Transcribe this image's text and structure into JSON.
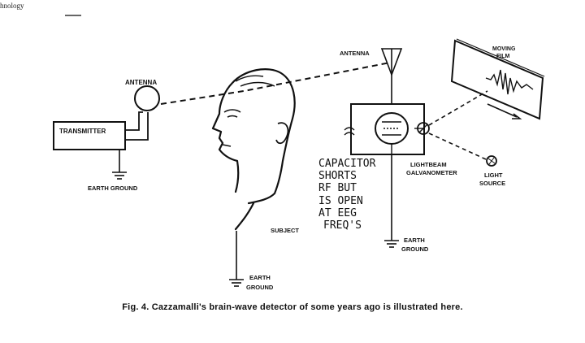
{
  "header": {
    "fragment": "hnology"
  },
  "labels": {
    "antenna_left": "ANTENNA",
    "antenna_right": "ANTENNA",
    "transmitter": "TRANSMITTER",
    "earth_ground_left": "EARTH GROUND",
    "subject": "SUBJECT",
    "earth_bottom_line1": "EARTH",
    "earth_bottom_line2": "GROUND",
    "earth_right_line1": "EARTH",
    "earth_right_line2": "GROUND",
    "moving_film_line1": "MOVING",
    "moving_film_line2": "FILM",
    "lightbeam_line1": "LIGHTBEAM",
    "lightbeam_line2": "GALVANOMETER",
    "light_source_line1": "LIGHT",
    "light_source_line2": "SOURCE"
  },
  "handwritten_note": {
    "line1": "CAPACITOR",
    "line2": "SHORTS",
    "line3": "RF BUT",
    "line4": "IS OPEN",
    "line5": "AT EEG",
    "line6": "FREQ'S"
  },
  "caption": "Fig. 4. Cazzamalli's brain-wave detector of some years ago is illustrated here."
}
